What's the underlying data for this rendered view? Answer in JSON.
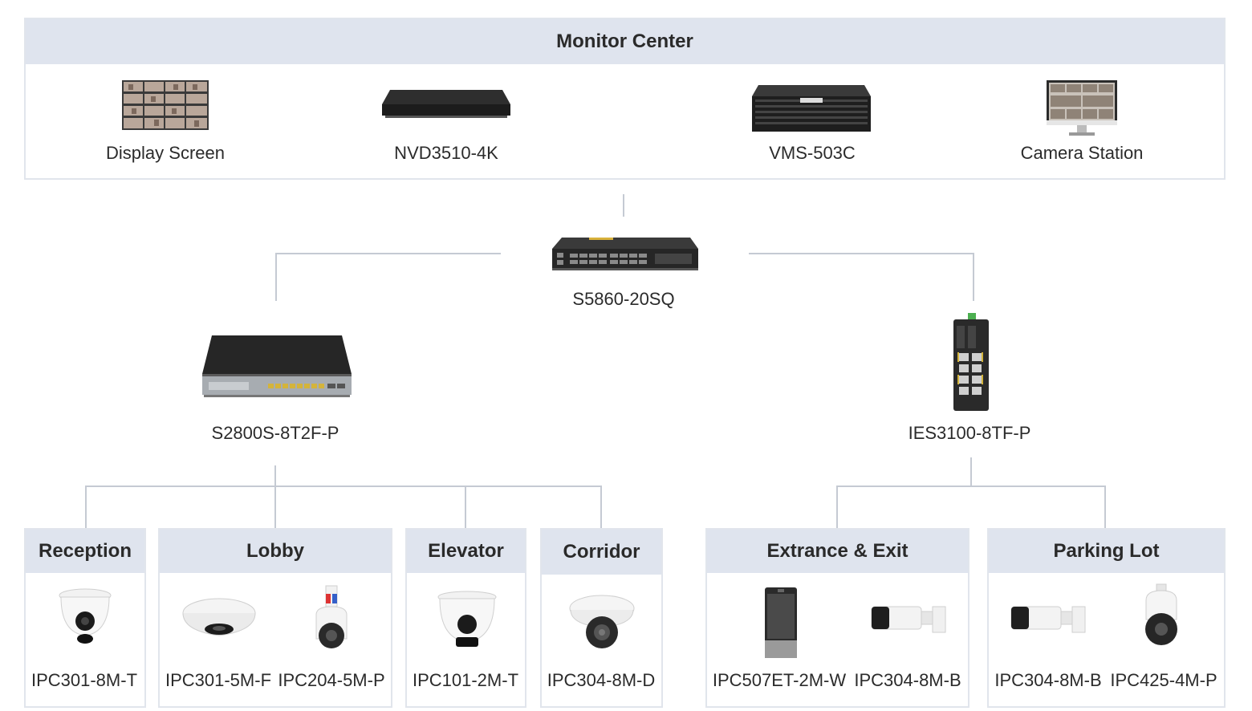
{
  "monitor_center": {
    "title": "Monitor Center",
    "devices": [
      {
        "label": "Display Screen",
        "icon": "video-wall-icon"
      },
      {
        "label": "NVD3510-4K",
        "icon": "decoder-icon"
      },
      {
        "label": "VMS-503C",
        "icon": "server-icon"
      },
      {
        "label": "Camera Station",
        "icon": "monitor-icon"
      }
    ]
  },
  "core_switch": {
    "label": "S5860-20SQ",
    "icon": "core-switch-icon"
  },
  "left_switch": {
    "label": "S2800S-8T2F-P",
    "icon": "poe-switch-icon"
  },
  "right_switch": {
    "label": "IES3100-8TF-P",
    "icon": "industrial-switch-icon"
  },
  "zones": [
    {
      "title": "Reception",
      "devices": [
        "IPC301-8M-T"
      ]
    },
    {
      "title": "Lobby",
      "devices": [
        "IPC301-5M-F",
        "IPC204-5M-P"
      ]
    },
    {
      "title": "Elevator",
      "devices": [
        "IPC101-2M-T"
      ]
    },
    {
      "title": "Corridor",
      "devices": [
        "IPC304-8M-D"
      ]
    },
    {
      "title": "Extrance & Exit",
      "devices": [
        "IPC507ET-2M-W",
        "IPC304-8M-B"
      ]
    },
    {
      "title": "Parking Lot",
      "devices": [
        "IPC304-8M-B",
        "IPC425-4M-P"
      ]
    }
  ]
}
